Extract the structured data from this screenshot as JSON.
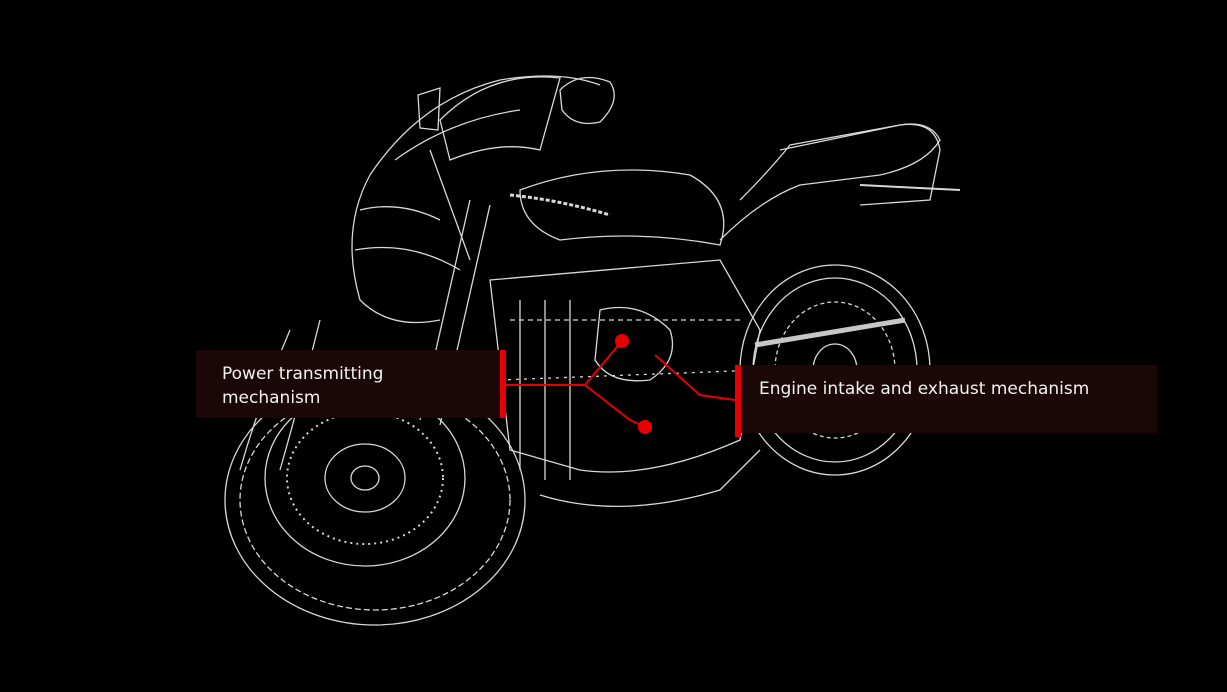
{
  "diagram": {
    "subject": "motorcycle-wireframe",
    "accent_color": "#e60000",
    "line_color": "#f2f2f2",
    "background_color": "#000000"
  },
  "callouts": [
    {
      "id": "power",
      "label": "Power transmitting mechanism"
    },
    {
      "id": "engine",
      "label": "Engine intake and exhaust mechanism"
    }
  ]
}
